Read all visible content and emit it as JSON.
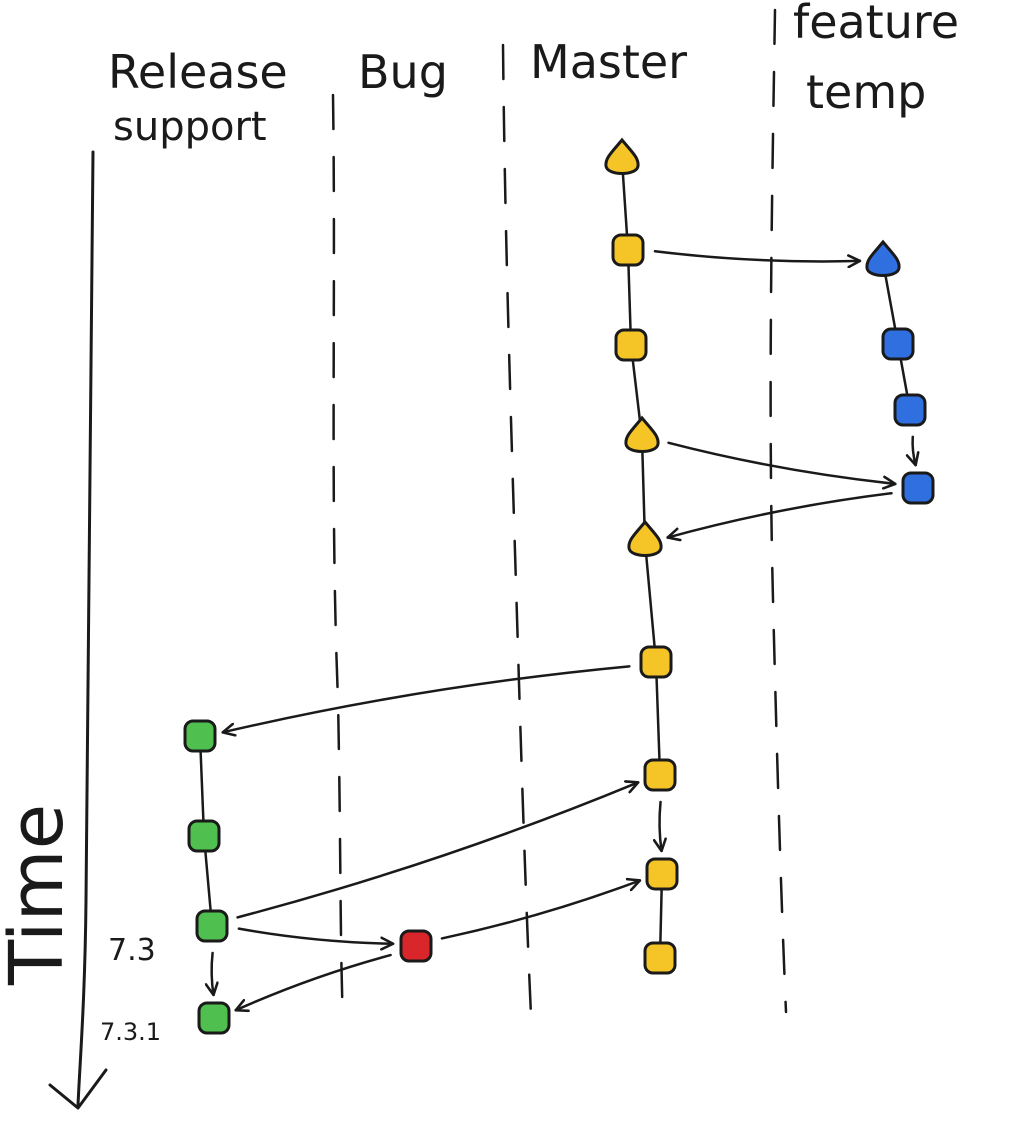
{
  "lanes": [
    {
      "id": "release",
      "label_line1": "Release",
      "label_line2": "support"
    },
    {
      "id": "bug",
      "label_line1": "Bug",
      "label_line2": ""
    },
    {
      "id": "master",
      "label_line1": "Master",
      "label_line2": ""
    },
    {
      "id": "feature",
      "label_line1": "feature",
      "label_line2": "temp"
    }
  ],
  "time_label": "Time",
  "colors": {
    "master": "#f5c527",
    "feature": "#2f6fe0",
    "release": "#4fbf4f",
    "bug": "#d8262b",
    "ink": "#1a1a1a"
  },
  "commits": [
    {
      "id": "m1",
      "lane": "master",
      "color": "master",
      "shape": "drop"
    },
    {
      "id": "m2",
      "lane": "master",
      "color": "master",
      "shape": "square"
    },
    {
      "id": "m3",
      "lane": "master",
      "color": "master",
      "shape": "square"
    },
    {
      "id": "m4",
      "lane": "master",
      "color": "master",
      "shape": "drop"
    },
    {
      "id": "m5",
      "lane": "master",
      "color": "master",
      "shape": "drop"
    },
    {
      "id": "m6",
      "lane": "master",
      "color": "master",
      "shape": "square"
    },
    {
      "id": "m7",
      "lane": "master",
      "color": "master",
      "shape": "square"
    },
    {
      "id": "m8",
      "lane": "master",
      "color": "master",
      "shape": "square"
    },
    {
      "id": "m9",
      "lane": "master",
      "color": "master",
      "shape": "square"
    },
    {
      "id": "f1",
      "lane": "feature",
      "color": "feature",
      "shape": "drop"
    },
    {
      "id": "f2",
      "lane": "feature",
      "color": "feature",
      "shape": "square"
    },
    {
      "id": "f3",
      "lane": "feature",
      "color": "feature",
      "shape": "square"
    },
    {
      "id": "f4",
      "lane": "feature",
      "color": "feature",
      "shape": "square"
    },
    {
      "id": "r1",
      "lane": "release",
      "color": "release",
      "shape": "square"
    },
    {
      "id": "r2",
      "lane": "release",
      "color": "release",
      "shape": "square"
    },
    {
      "id": "r3",
      "lane": "release",
      "color": "release",
      "shape": "square",
      "tag": "7.3"
    },
    {
      "id": "r4",
      "lane": "release",
      "color": "release",
      "shape": "square",
      "tag": "7.3.1"
    },
    {
      "id": "b1",
      "lane": "bug",
      "color": "bug",
      "shape": "square"
    }
  ],
  "lines": [
    {
      "from": "m1",
      "to": "m2"
    },
    {
      "from": "m2",
      "to": "m3"
    },
    {
      "from": "m3",
      "to": "m4"
    },
    {
      "from": "m4",
      "to": "m5"
    },
    {
      "from": "m5",
      "to": "m6"
    },
    {
      "from": "m6",
      "to": "m7"
    },
    {
      "from": "m8",
      "to": "m9"
    },
    {
      "from": "f1",
      "to": "f2"
    },
    {
      "from": "f2",
      "to": "f3"
    },
    {
      "from": "r1",
      "to": "r2"
    },
    {
      "from": "r2",
      "to": "r3"
    }
  ],
  "arrows": [
    {
      "from": "m2",
      "to": "f1"
    },
    {
      "from": "m4",
      "to": "f4"
    },
    {
      "from": "f3",
      "to": "f4"
    },
    {
      "from": "f4",
      "to": "m5"
    },
    {
      "from": "m6",
      "to": "r1"
    },
    {
      "from": "m7",
      "to": "m8"
    },
    {
      "from": "r3",
      "to": "m7"
    },
    {
      "from": "r3",
      "to": "b1"
    },
    {
      "from": "r3",
      "to": "r4"
    },
    {
      "from": "b1",
      "to": "m8"
    },
    {
      "from": "b1",
      "to": "r4"
    }
  ]
}
